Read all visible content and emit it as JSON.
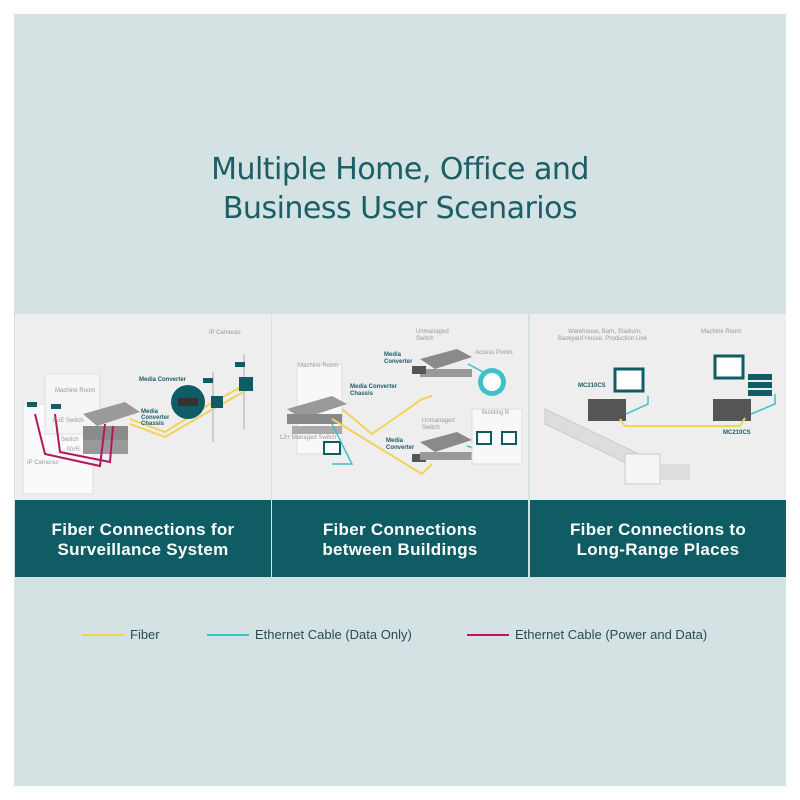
{
  "title_line1": "Multiple Home, Office and",
  "title_line2": "Business User Scenarios",
  "colors": {
    "fiber": "#f2d35a",
    "ethernet_data": "#3ec1c9",
    "ethernet_power": "#b5175f",
    "band": "#0f5c64"
  },
  "panels": [
    {
      "caption1": "Fiber Connections for",
      "caption2": "Surveillance System",
      "labels": {
        "ip_cameras_top": "IP Cameras",
        "machine_room": "Machine Room",
        "media_converter": "Media Converter",
        "chassis1": "Media",
        "chassis2": "Converter",
        "chassis3": "Chassis",
        "poe_switch": "PoE Switch",
        "switch": "Switch",
        "nvr": "NVR",
        "ip_cameras_left": "IP Cameras"
      }
    },
    {
      "caption1": "Fiber Connections",
      "caption2": "between Buildings",
      "labels": {
        "unmanaged1a": "Unmanaged",
        "unmanaged1b": "Switch",
        "mc1a": "Media",
        "mc1b": "Converter",
        "access_points": "Access Points",
        "machine_room": "Machine Room",
        "chassis_a": "Media Converter",
        "chassis_b": "Chassis",
        "building_b": "Building B",
        "unmanaged2a": "Unmanaged",
        "unmanaged2b": "Switch",
        "mc2a": "Media",
        "mc2b": "Converter",
        "l2_switch": "L2+ Managed Switch"
      }
    },
    {
      "caption1": "Fiber Connections to",
      "caption2": "Long-Range Places",
      "labels": {
        "places1": "Warehouse, Barn, Stadium,",
        "places2": "Backyard House, Production Line",
        "machine_room": "Machine Room",
        "mc_left": "MC210CS",
        "mc_right": "MC210CS"
      }
    }
  ],
  "legend": [
    {
      "label": "Fiber"
    },
    {
      "label": "Ethernet Cable (Data Only)"
    },
    {
      "label": "Ethernet Cable (Power and Data)"
    }
  ]
}
